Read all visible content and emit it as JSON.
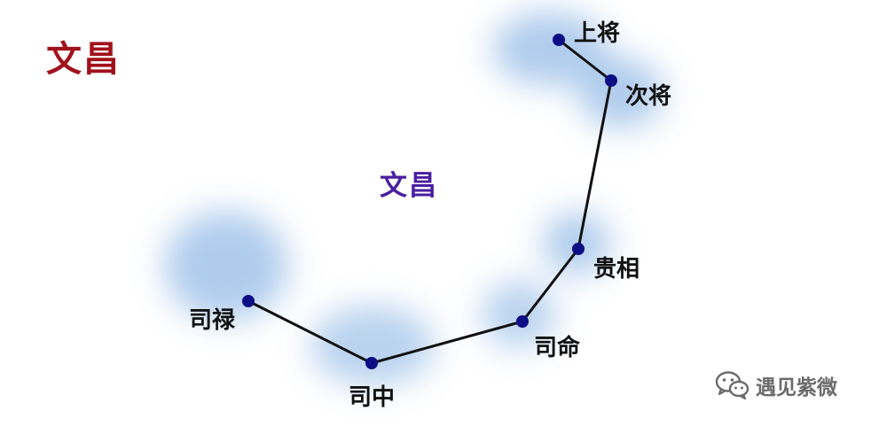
{
  "title": "文昌",
  "center_label": "文昌",
  "stars": [
    {
      "id": "shanjiang",
      "label": "上将"
    },
    {
      "id": "cijiang",
      "label": "次将"
    },
    {
      "id": "guixiang",
      "label": "贵相"
    },
    {
      "id": "siming",
      "label": "司命"
    },
    {
      "id": "sizhong",
      "label": "司中"
    },
    {
      "id": "silu",
      "label": "司禄"
    }
  ],
  "watermark": "遇见紫微",
  "colors": {
    "title": "#a0121c",
    "center_label": "#4a1fa0",
    "star_dot": "#0d0d85",
    "line": "#111111",
    "glow": "#4d8fd6"
  }
}
